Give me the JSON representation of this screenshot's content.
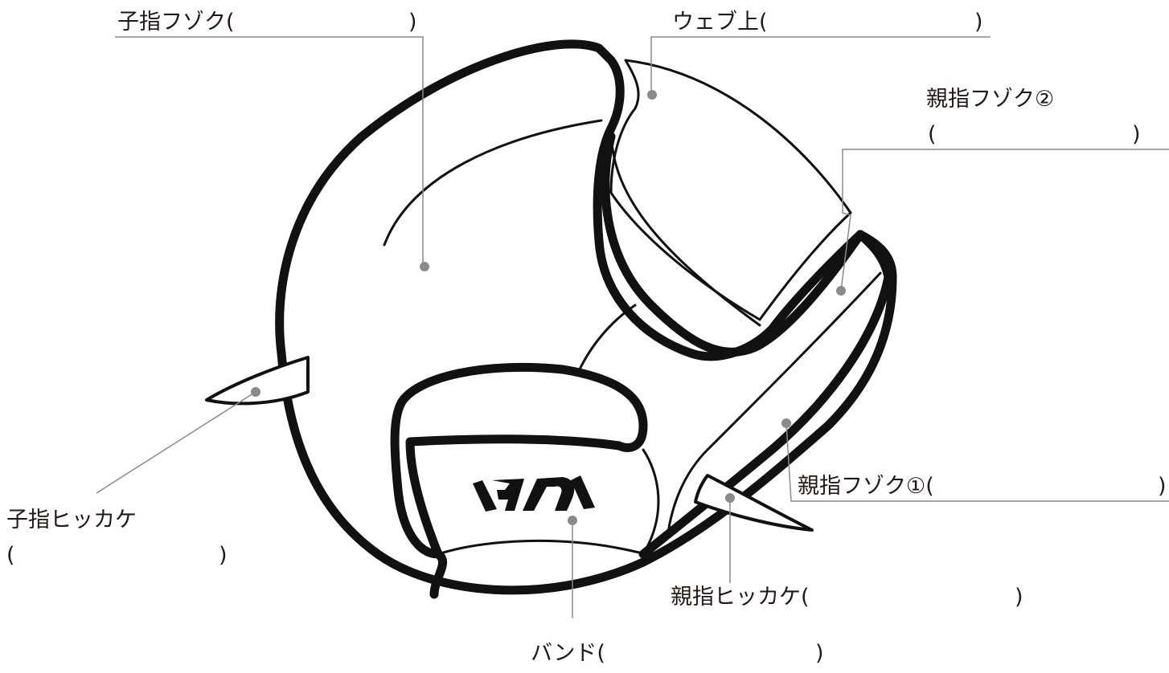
{
  "labels": {
    "koyubi_fuzoku": "子指フゾク(",
    "web_ue": "ウェブ上(",
    "oyayubi_fuzoku_2": "親指フゾク②",
    "oyayubi_fuzoku_1": "親指フゾク①(",
    "koyubi_hikkake": "子指ヒッカケ",
    "oyayubi_hikkake": "親指ヒッカケ(",
    "band": "バンド("
  },
  "paren_open": "(",
  "paren_close": ")",
  "colors": {
    "outline": "#111111",
    "leader": "#8a8a8a",
    "text": "#231815"
  },
  "logo": "hayakawa-ha-logo"
}
